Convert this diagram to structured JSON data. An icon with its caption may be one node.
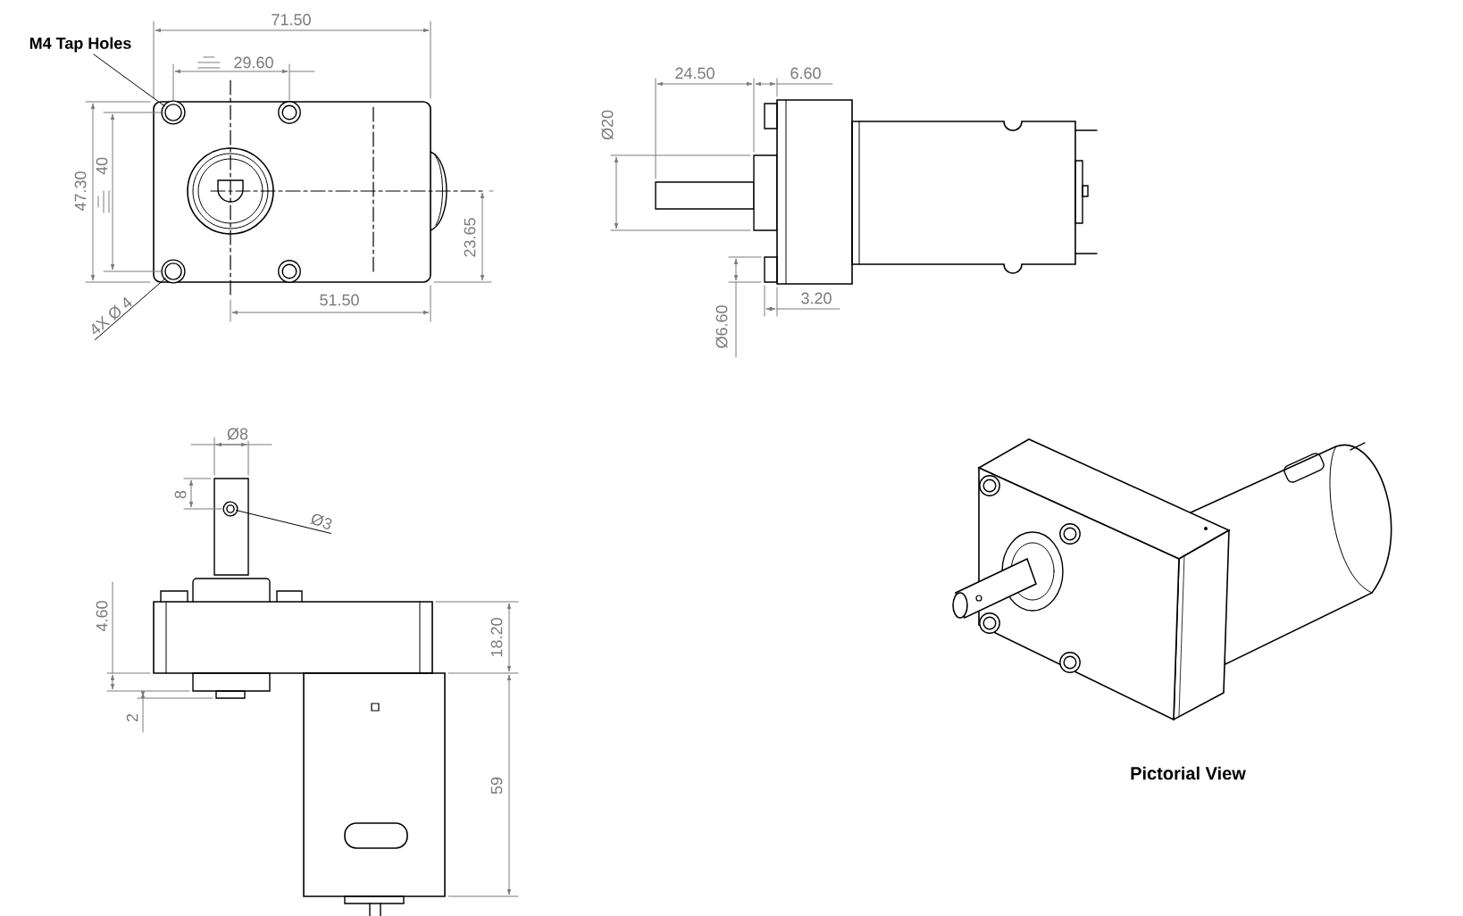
{
  "diagram": {
    "nodes": [
      {
        "text": [
          "M4 Tap Holes"
        ]
      },
      {
        "text": [],
        "shape": "circle"
      },
      {
        "text": [
          "4X Ø 4"
        ]
      },
      {
        "text": [],
        "shape": "circle"
      },
      {
        "text": [
          "Ø3"
        ]
      },
      {
        "text": [],
        "shape": "circle"
      }
    ],
    "edges": [
      {
        "from": 0,
        "to": 1,
        "arrow": "none"
      },
      {
        "from": 2,
        "to": 3,
        "arrow": "none"
      },
      {
        "from": 4,
        "to": 5,
        "arrow": "none"
      }
    ],
    "labels": [
      "71.50",
      "29.60",
      "47.30",
      "40",
      "23.65",
      "51.50",
      "24.50",
      "6.60",
      "Ø20",
      "Ø6.60",
      "3.20",
      "Ø8",
      "8",
      "4.60",
      "18.20",
      "2",
      "59",
      "Pictorial View"
    ]
  }
}
